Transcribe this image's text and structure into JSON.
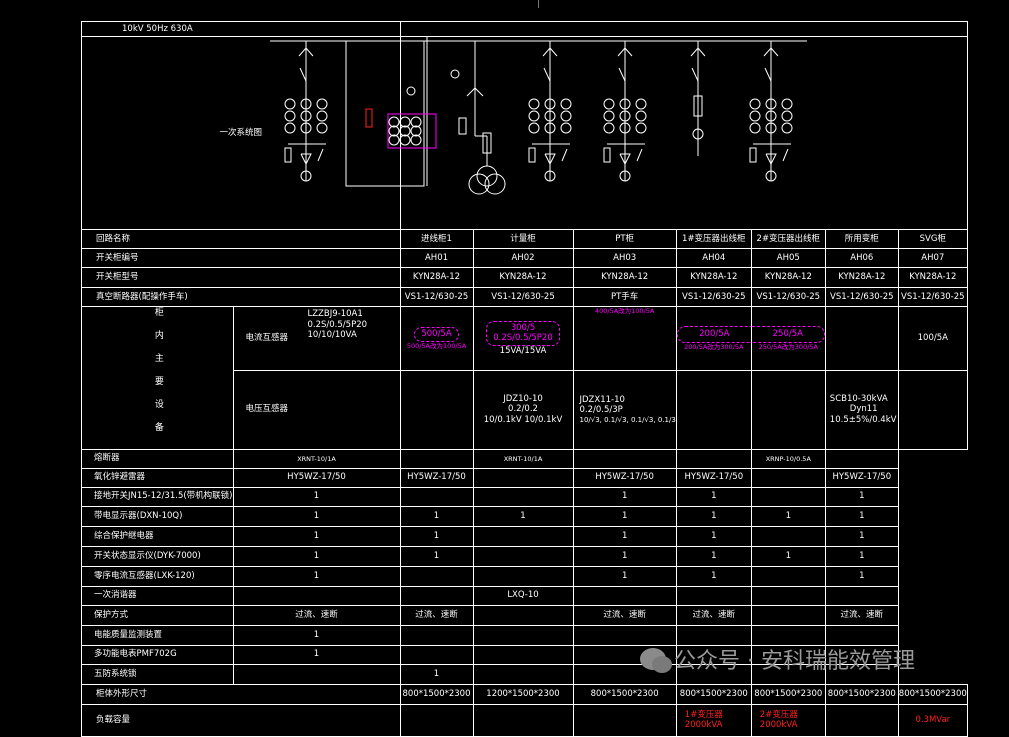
{
  "header": {
    "bus_spec": "10kV 50Hz 630A",
    "diagram_label": "一次系统图"
  },
  "columns": [
    "AH01",
    "AH02",
    "AH03",
    "AH04",
    "AH05",
    "AH06",
    "AH07"
  ],
  "rows": {
    "circuit_name": {
      "label": "回路名称",
      "values": [
        "进线柜1",
        "计量柜",
        "PT柜",
        "1#变压器出线柜",
        "2#变压器出线柜",
        "所用变柜",
        "SVG柜"
      ]
    },
    "cabinet_no": {
      "label": "开关柜编号",
      "values": [
        "AH01",
        "AH02",
        "AH03",
        "AH04",
        "AH05",
        "AH06",
        "AH07"
      ]
    },
    "cabinet_model": {
      "label": "开关柜型号",
      "values": [
        "KYN28A-12",
        "KYN28A-12",
        "KYN28A-12",
        "KYN28A-12",
        "KYN28A-12",
        "KYN28A-12",
        "KYN28A-12"
      ]
    },
    "breaker": {
      "label": "真空断路器(配操作手车)",
      "values": [
        "VS1-12/630-25",
        "VS1-12/630-25",
        "PT手车",
        "VS1-12/630-25",
        "VS1-12/630-25",
        "VS1-12/630-25",
        "VS1-12/630-25"
      ]
    },
    "ct": {
      "label": "电流互感器",
      "spec": [
        "LZZBJ9-10A1",
        "0.2S/0.5/5P20",
        "10/10/10VA"
      ],
      "ah01": {
        "value": "500/5A",
        "note": "500/5A改为100/5A"
      },
      "ah02": {
        "ratio": "300/5",
        "class": "0.2S/0.5/5P20",
        "va": "15VA/15VA"
      },
      "ah03": {
        "note": "400/5A改为100/5A"
      },
      "ah04": {
        "value": "200/5A",
        "note": "200/5A改为300/5A"
      },
      "ah05": {
        "value": "250/5A",
        "note": "250/5A改为300/5A"
      },
      "ah07": {
        "value": "100/5A"
      }
    },
    "pt": {
      "label": "电压互感器",
      "ah02": [
        "JDZ10-10",
        "0.2/0.2",
        "10/0.1kV  10/0.1kV"
      ],
      "ah03": [
        "JDZX11-10",
        "0.2/0.5/3P",
        "10/√3, 0.1/√3, 0.1/√3, 0.1/3"
      ],
      "ah06": [
        "SCB10-30kVA",
        "Dyn11",
        "10.5±5%/0.4kV"
      ]
    },
    "fuse": {
      "label": "熔断器",
      "values": [
        "XRNT-10/1A",
        "",
        "XRNT-10/1A",
        "",
        "",
        "XRNP-10/0.5A",
        ""
      ]
    },
    "arrester": {
      "label": "氧化锌避雷器",
      "values": [
        "HY5WZ-17/50",
        "HY5WZ-17/50",
        "",
        "HY5WZ-17/50",
        "HY5WZ-17/50",
        "",
        "HY5WZ-17/50"
      ]
    },
    "earthing_switch": {
      "label": "接地开关JN15-12/31.5(带机构联锁)",
      "values": [
        "1",
        "",
        "",
        "1",
        "1",
        "",
        "1"
      ]
    },
    "live_indicator": {
      "label": "带电显示器(DXN-10Q)",
      "values": [
        "1",
        "1",
        "1",
        "1",
        "1",
        "1",
        "1"
      ]
    },
    "protection_relay": {
      "label": "综合保护继电器",
      "values": [
        "1",
        "1",
        "",
        "1",
        "1",
        "",
        "1"
      ]
    },
    "status_display": {
      "label": "开关状态显示仪(DYK-7000)",
      "values": [
        "1",
        "1",
        "",
        "1",
        "1",
        "1",
        "1"
      ]
    },
    "zero_seq_ct": {
      "label": "零序电流互感器(LXK-120)",
      "values": [
        "1",
        "",
        "",
        "1",
        "1",
        "",
        "1"
      ]
    },
    "harmonic_eliminator": {
      "label": "一次消谐器",
      "values": [
        "",
        "",
        "LXQ-10",
        "",
        "",
        "",
        ""
      ]
    },
    "protection_mode": {
      "label": "保护方式",
      "values": [
        "过流、速断",
        "过流、速断",
        "",
        "过流、速断",
        "过流、速断",
        "",
        "过流、速断"
      ]
    },
    "power_quality": {
      "label": "电能质量监测装置",
      "values": [
        "1",
        "",
        "",
        "",
        "",
        "",
        ""
      ]
    },
    "meter": {
      "label": "多功能电表PMF702G",
      "values": [
        "1",
        "",
        "",
        "",
        "",
        "",
        ""
      ]
    },
    "five_prevention": {
      "label": "五防系统锁",
      "values": [
        "",
        "1",
        "",
        "",
        "",
        "",
        ""
      ]
    },
    "dimensions": {
      "label": "柜体外形尺寸",
      "values": [
        "800*1500*2300",
        "1200*1500*2300",
        "800*1500*2300",
        "800*1500*2300",
        "800*1500*2300",
        "800*1500*2300",
        "800*1500*2300"
      ]
    },
    "load": {
      "label": "负载容量",
      "values": [
        [
          "",
          ""
        ],
        [
          "",
          ""
        ],
        [
          "",
          ""
        ],
        [
          "1#变压器",
          "2000kVA"
        ],
        [
          "2#变压器",
          "2000kVA"
        ],
        [
          "",
          ""
        ],
        [
          "0.3MVar",
          ""
        ]
      ]
    }
  },
  "group_label": "柜内主要设备",
  "watermark": {
    "text": "公众号 · 安科瑞能效管理"
  },
  "colors": {
    "line": "#ffffff",
    "annotation": "#ff00ff",
    "load": "#ff2020",
    "background": "#000000"
  }
}
